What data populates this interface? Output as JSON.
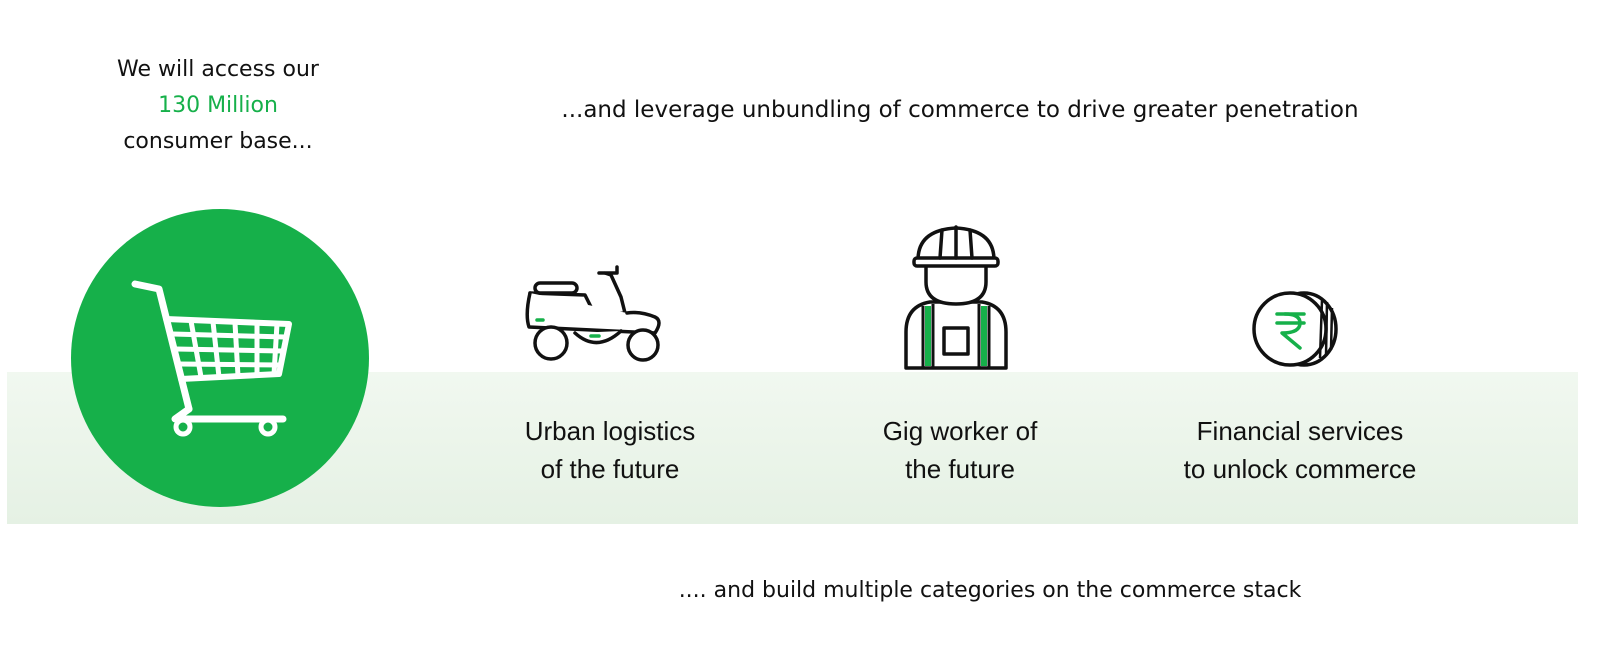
{
  "intro": {
    "line1": "We will access our",
    "highlight": "130 Million",
    "line3": "consumer base..."
  },
  "headline": "...and leverage unbundling of commerce to drive greater penetration",
  "footer": ".... and build multiple categories on the commerce stack",
  "items": [
    {
      "icon": "scooter-icon",
      "line1": "Urban logistics",
      "line2": "of the future"
    },
    {
      "icon": "gig-worker-icon",
      "line1": "Gig worker of",
      "line2": "the future"
    },
    {
      "icon": "rupee-coin-icon",
      "line1": "Financial services",
      "line2": "to unlock commerce"
    }
  ],
  "colors": {
    "accent": "#16b04a",
    "band": "#e9f4e8",
    "text": "#111111"
  }
}
